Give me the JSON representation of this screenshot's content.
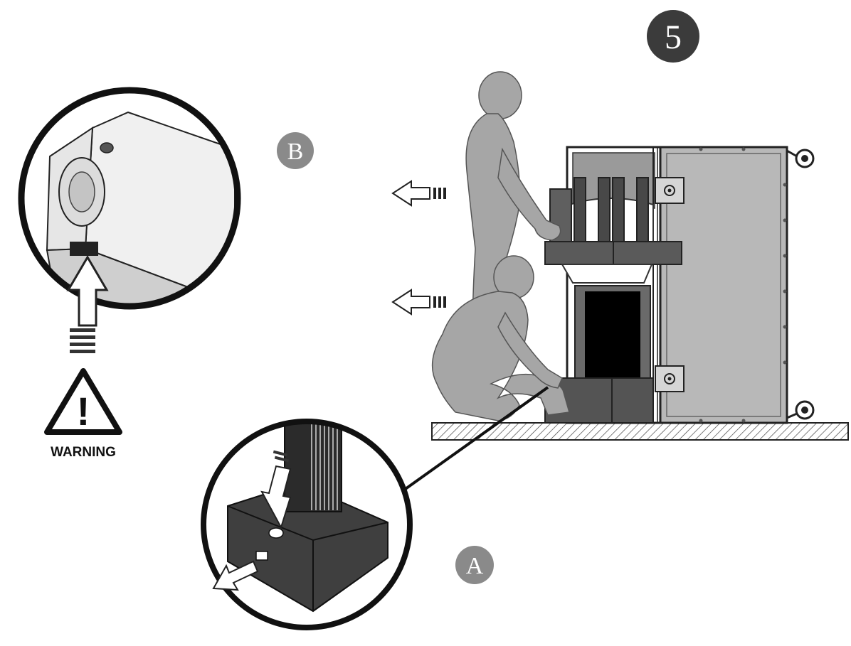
{
  "step": {
    "number": "5"
  },
  "callouts": {
    "a": "A",
    "b": "B"
  },
  "warning": {
    "label": "WARNING",
    "glyph": "!"
  },
  "icons": [
    "warning-triangle-icon",
    "arrow-left-icon",
    "arrow-up-icon",
    "arrow-down-icon"
  ],
  "colors": {
    "badge_dark": "#3b3b3b",
    "badge_grey": "#8a8a8a",
    "figure_grey": "#a6a6a6",
    "panel_grey": "#b8b8b8",
    "block_dark": "#545454",
    "ink": "#111111"
  }
}
